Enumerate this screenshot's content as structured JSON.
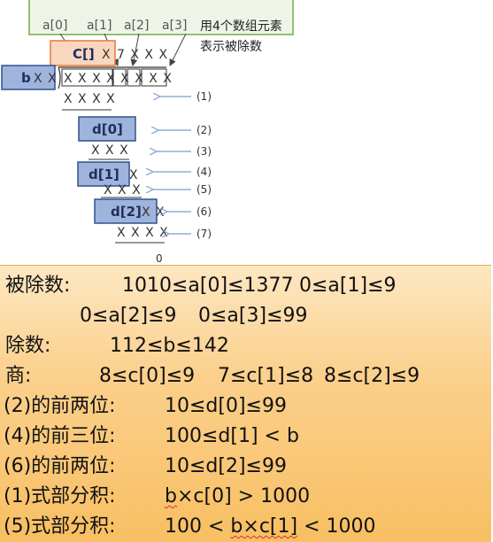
{
  "diagram": {
    "index_labels": [
      "a[0]",
      "a[1]",
      "a[2]",
      "a[3]"
    ],
    "note_line1": "用4个数组元素",
    "note_line2": "表示被除数",
    "c_label": "C[]",
    "c_row_tail": "7 X X X",
    "b_label": "b",
    "d_labels": [
      "d[0]",
      "d[1]",
      "d[2]"
    ],
    "step_numbers": [
      "(1)",
      "(2)",
      "(3)",
      "(4)",
      "(5)",
      "(6)",
      "(7)"
    ],
    "remainder": "0"
  },
  "constraints": {
    "dividend_label": "被除数:",
    "dividend_1": "1010≤a[0]≤1377",
    "dividend_2": "0≤a[1]≤9",
    "dividend_3": "0≤a[2]≤9",
    "dividend_4": "0≤a[3]≤99",
    "divisor_label": "除数:",
    "divisor": "112≤b≤142",
    "quotient_label": "商:",
    "quotient_1": "8≤c[0]≤9",
    "quotient_2": "7≤c[1]≤8",
    "quotient_3": "8≤c[2]≤9",
    "r2_label": "(2)的前两位:",
    "r2": "10≤d[0]≤99",
    "r4_label": "(4)的前三位:",
    "r4": "100≤d[1] < b",
    "r6_label": "(6)的前两位:",
    "r6": "10≤d[2]≤99",
    "p1_label": "(1)式部分积:",
    "p1_a": "b",
    "p1_b": "×c[0] > 1000",
    "p5_label": "(5)式部分积:",
    "p5_a": "100 < ",
    "p5_b": "b×c[1]",
    "p5_c": " < 1000"
  },
  "colors": {
    "note_border": "#70ad47",
    "note_fill": "#eef5e8",
    "c_box_border": "#e07b39",
    "c_box_fill": "#f9d7bf",
    "blue_border": "#2f528f",
    "blue_fill": "#9fb4dc",
    "arrow": "#7a9fd0",
    "panel_top": "#fde7c2",
    "panel_bottom": "#f8bf63"
  }
}
